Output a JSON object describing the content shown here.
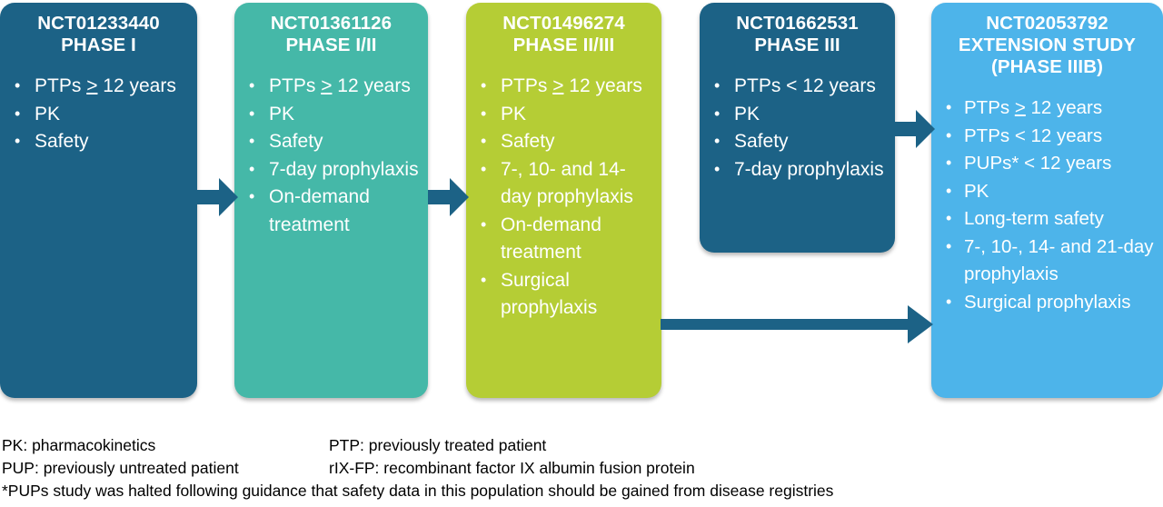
{
  "diagram": {
    "title_hidden": "",
    "colors": {
      "dark_blue": "#1c6286",
      "teal": "#45b8a8",
      "green": "#b5cd35",
      "light_blue": "#4db4ea",
      "arrow": "#1c6286",
      "text_on_box": "#ffffff",
      "footnote_text": "#000000"
    },
    "boxes": [
      {
        "id": "nct01233440",
        "nct": "NCT01233440",
        "phase": "PHASE I",
        "title": "NCT01233440\nPHASE I",
        "color": "#1c6286",
        "items": [
          "PTPs ≥ 12 years",
          "PK",
          "Safety"
        ]
      },
      {
        "id": "nct01361126",
        "nct": "NCT01361126",
        "phase": "PHASE I/II",
        "title": "NCT01361126\nPHASE I/II",
        "color": "#45b8a8",
        "items": [
          "PTPs ≥ 12 years",
          "PK",
          "Safety",
          "7-day prophylaxis",
          "On-demand treatment"
        ]
      },
      {
        "id": "nct01496274",
        "nct": "NCT01496274",
        "phase": "PHASE II/III",
        "title": "NCT01496274\nPHASE II/III",
        "color": "#b5cd35",
        "items": [
          "PTPs ≥ 12 years",
          "PK",
          "Safety",
          "7-, 10- and 14-day prophylaxis",
          "On-demand treatment",
          "Surgical prophylaxis"
        ]
      },
      {
        "id": "nct01662531",
        "nct": "NCT01662531",
        "phase": "PHASE III",
        "title": "NCT01662531\nPHASE III",
        "color": "#1c6286",
        "items": [
          "PTPs < 12 years",
          "PK",
          "Safety",
          "7-day prophylaxis"
        ]
      },
      {
        "id": "nct02053792",
        "nct": "NCT02053792",
        "phase": "EXTENSION STUDY (PHASE IIIB)",
        "title": "NCT02053792\nEXTENSION STUDY\n(PHASE IIIB)",
        "color": "#4db4ea",
        "items": [
          "PTPs ≥ 12 years",
          "PTPs < 12 years",
          "PUPs* < 12 years",
          "PK",
          "Long-term safety",
          "7-, 10-, 14- and 21-day prophylaxis",
          "Surgical prophylaxis"
        ]
      }
    ],
    "arrows": [
      {
        "id": "arrow-1-to-2",
        "from": "nct01233440",
        "to": "nct01361126"
      },
      {
        "id": "arrow-2-to-3",
        "from": "nct01361126",
        "to": "nct01496274"
      },
      {
        "id": "arrow-4-to-5",
        "from": "nct01662531",
        "to": "nct02053792"
      },
      {
        "id": "arrow-3-to-5",
        "from": "nct01496274",
        "to": "nct02053792"
      }
    ]
  },
  "footnotes": {
    "row1_left": "PK: pharmacokinetics",
    "row1_right": "PTP: previously treated patient",
    "row2_left": "PUP: previously untreated patient",
    "row2_right": "rIX-FP: recombinant factor IX albumin fusion protein",
    "row3": "*PUPs study was halted following guidance that safety data in this population should be gained from disease registries"
  }
}
